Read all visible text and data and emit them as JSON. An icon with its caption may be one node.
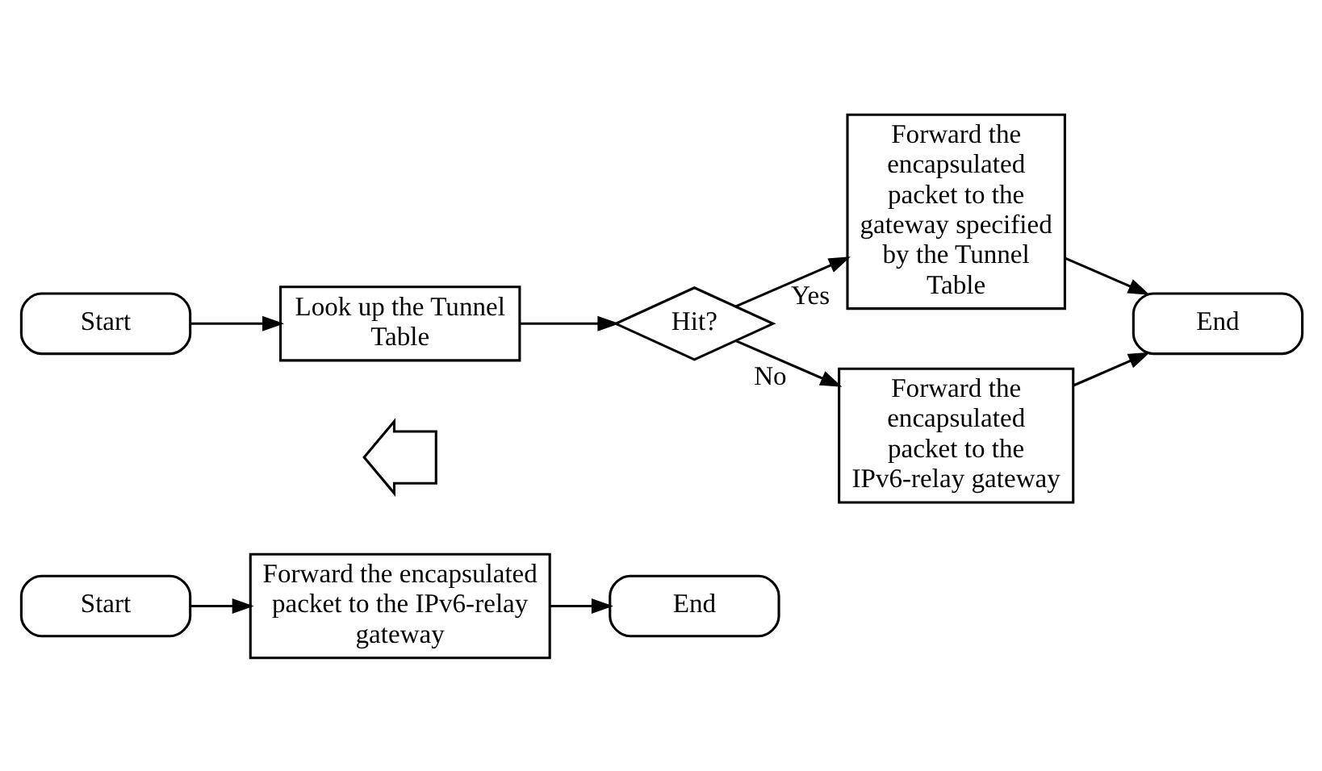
{
  "diagram": {
    "nodes": [
      {
        "text": [
          "Start"
        ]
      },
      {
        "text": [
          "Forward the encapsulated packet to the IPv6-relay gateway"
        ]
      },
      {
        "text": [
          "End"
        ]
      },
      {
        "text": [],
        "shape": "arrow"
      },
      {
        "text": [
          "Start"
        ]
      },
      {
        "text": [
          "Look up the Tunnel Table"
        ]
      },
      {
        "text": [
          "Hit?"
        ]
      },
      {
        "text": [
          "Forward the encapsulated packet to the gateway specified by the Tunnel Table"
        ]
      },
      {
        "text": [
          "End"
        ]
      },
      {
        "text": [
          "Forward the encapsulated packet to the IPv6-relay gateway"
        ]
      }
    ],
    "edges": [
      {
        "from": 0,
        "to": 1,
        "arrow": "to"
      },
      {
        "from": 1,
        "to": 2,
        "arrow": "to"
      },
      {
        "from": 4,
        "to": 5,
        "arrow": "to"
      },
      {
        "from": 5,
        "to": 6,
        "arrow": "to"
      },
      {
        "from": 6,
        "to": 7,
        "arrow": "to",
        "label": "Yes"
      },
      {
        "from": 6,
        "to": 9,
        "arrow": "to",
        "label": "No"
      },
      {
        "from": 7,
        "to": 8,
        "arrow": "to"
      },
      {
        "from": 9,
        "to": 8,
        "arrow": "to"
      }
    ]
  }
}
